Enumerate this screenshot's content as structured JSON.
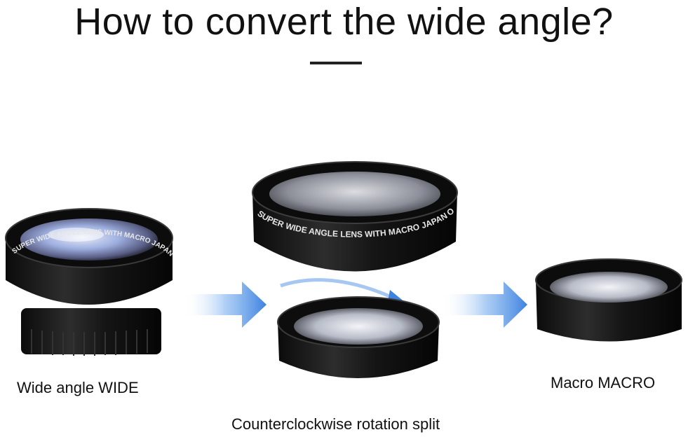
{
  "header": {
    "title": "How to convert the wide angle?"
  },
  "lenses": {
    "engraving_left": "SUPER WIDE ANGLE LENS WITH MACRO JAPAN OPTICS",
    "engraving_middle": "SUPER WIDE ANGLE LENS WITH MACRO JAPAN OPTICS"
  },
  "captions": {
    "wide": "Wide angle WIDE",
    "split": "Counterclockwise rotation split",
    "macro": "Macro MACRO"
  },
  "colors": {
    "arrow": "#5a9be8",
    "lens_body": "#141414",
    "glass": "#8aa0d8"
  }
}
